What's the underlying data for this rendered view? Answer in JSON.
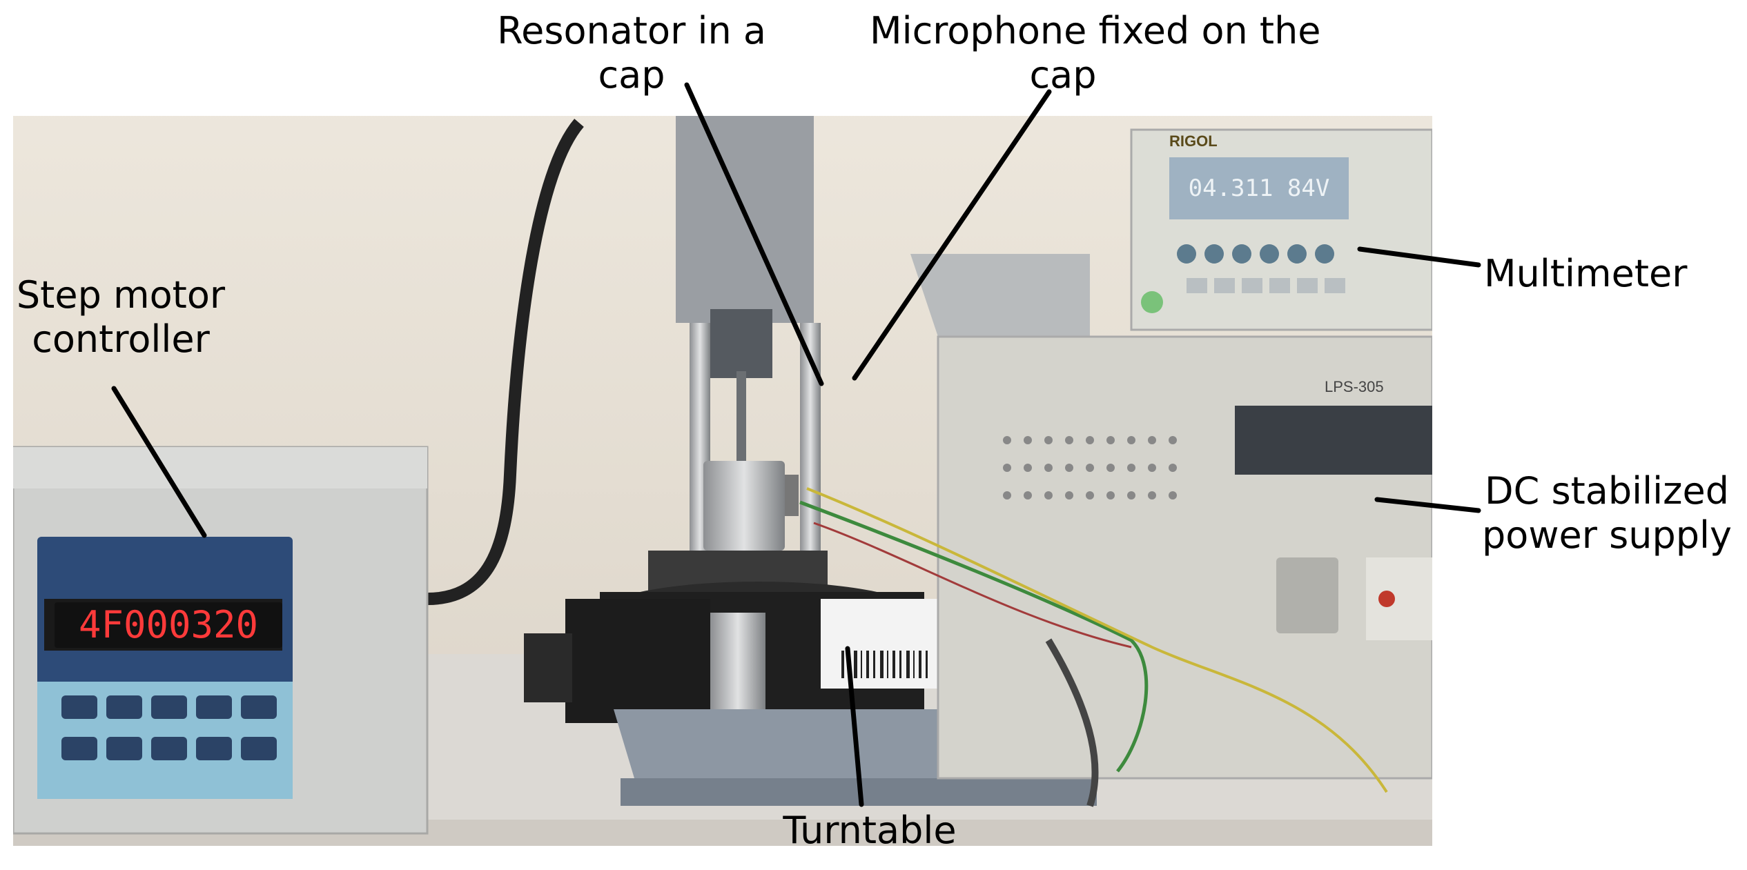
{
  "labels": {
    "resonator_line1": "Resonator in a",
    "resonator_line2": "cap",
    "microphone_line1": "Microphone fixed on the",
    "microphone_line2": "cap",
    "step_motor_line1": "Step motor",
    "step_motor_line2": "controller",
    "multimeter": "Multimeter",
    "dc_supply_line1": "DC stabilized",
    "dc_supply_line2": "power supply",
    "turntable": "Turntable"
  },
  "photo_text": {
    "controller_display": "4F000320",
    "multimeter_display": "04.311 84V",
    "multimeter_brand": "RIGOL",
    "power_supply_brand": "LPS-305"
  },
  "colors": {
    "wall": "#e8e1d6",
    "bench": "#dcd8d2",
    "device_gray": "#c9c9c6",
    "controller_panel": "#2e4a73",
    "display_red": "#ff3b3b",
    "leader_line": "#000000"
  }
}
